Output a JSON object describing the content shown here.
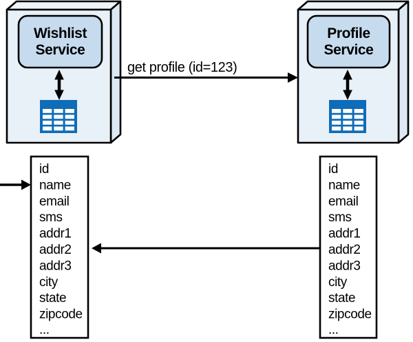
{
  "services": {
    "left": {
      "line1": "Wishlist",
      "line2": "Service"
    },
    "right": {
      "line1": "Profile",
      "line2": "Service"
    }
  },
  "arrows": {
    "request_label": "get profile (id=123)"
  },
  "lists": {
    "left": {
      "fields": [
        "id",
        "name",
        "email",
        "sms",
        "addr1",
        "addr2",
        "addr3",
        "city",
        "state",
        "zipcode",
        "..."
      ],
      "highlighted_field": "name",
      "highlight_color": "#c9202a"
    },
    "right": {
      "fields": [
        "id",
        "name",
        "email",
        "sms",
        "addr1",
        "addr2",
        "addr3",
        "city",
        "state",
        "zipcode",
        "..."
      ]
    }
  },
  "colors": {
    "box_front": "#e8f0f8",
    "box_top": "#eef5fb",
    "box_side": "#dce8f3",
    "service_label_fill": "#c6dcee",
    "table_icon_blue": "#0f6cb8",
    "outline": "#000000",
    "highlight_red": "#c9202a",
    "background": "#ffffff"
  }
}
